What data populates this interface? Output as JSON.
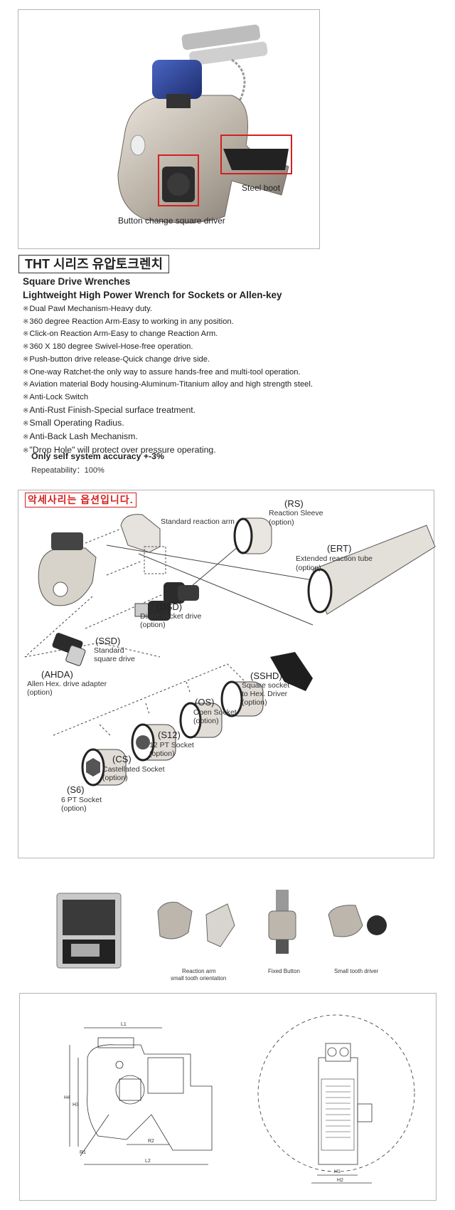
{
  "hero": {
    "label_steel_boot": "Steel boot",
    "label_square_driver": "Button change square driver"
  },
  "specs": {
    "series_title": "THT 시리즈 유압토크렌치",
    "subtitle_1": "Square Drive Wrenches",
    "subtitle_2": "Lightweight High Power Wrench for Sockets or Allen-key",
    "features": [
      "Dual Pawl Mechanism-Heavy duty.",
      "360 degree Reaction Arm-Easy to working in any position.",
      "Click-on Reaction Arm-Easy to change Reaction Arm.",
      "360 X 180 degree Swivel-Hose-free operation.",
      "Push-button drive release-Quick change drive side.",
      "One-way Ratchet-the only way to assure hands-free and multi-tool operation.",
      "Aviation material Body housing-Aluminum-Titanium alloy and high strength steel.",
      "Anti-Lock Switch",
      "Anti-Rust Finish-Special surface treatment.",
      "Small Operating Radius.",
      "Anti-Back Lash Mechanism.",
      "\"Drop Hole\" will protect over pressure operating."
    ],
    "accuracy": "Only self system accuracy +-3%",
    "repeatability": "Repeatability：100%"
  },
  "accessories": {
    "banner": "악세사리는 옵션입니다.",
    "standard_reaction_arm": "Standard reaction arm",
    "rs_code": "(RS)",
    "rs_name": "Reaction Sleeve",
    "rs_option": "(option)",
    "ert_code": "(ERT)",
    "ert_name": "Extended reaction tube",
    "ert_option": "(option)",
    "dsd_code": "(DSD)",
    "dsd_name": "Direct socket drive",
    "dsd_option": "(option)",
    "ssd_code": "(SSD)",
    "ssd_name_1": "Standard",
    "ssd_name_2": "square drive",
    "ahda_code": "(AHDA)",
    "ahda_name": "Allen Hex. drive adapter",
    "ahda_option": "(option)",
    "sshd_code": "(SSHD)",
    "sshd_name_1": "Square socket",
    "sshd_name_2": "to Hex. Driver",
    "sshd_option": "(option)",
    "os_code": "(OS)",
    "os_name": "Open Socket",
    "os_option": "(option)",
    "s12_code": "(S12)",
    "s12_name": "12 PT Socket",
    "s12_option": "(option)",
    "cs_code": "(CS)",
    "cs_name": "Castellated Socket",
    "cs_option": "(option)",
    "s6_code": "(S6)",
    "s6_name": "6 PT Socket",
    "s6_option": "(option)"
  },
  "thumbs": {
    "reaction_arm_1": "Reaction arm",
    "reaction_arm_2": "small tooth orientation",
    "fixed_button": "Fixed Button",
    "small_tooth": "Small tooth driver"
  },
  "drawing": {
    "L1": "L1",
    "L2": "L2",
    "H4": "H4",
    "H3": "H3",
    "R1": "R1",
    "R2": "R2",
    "H1": "H1",
    "H2": "H2"
  },
  "colors": {
    "red_accent": "#d42020",
    "blue_swivel": "#2a3f8f",
    "steel": "#c9c2b8"
  }
}
